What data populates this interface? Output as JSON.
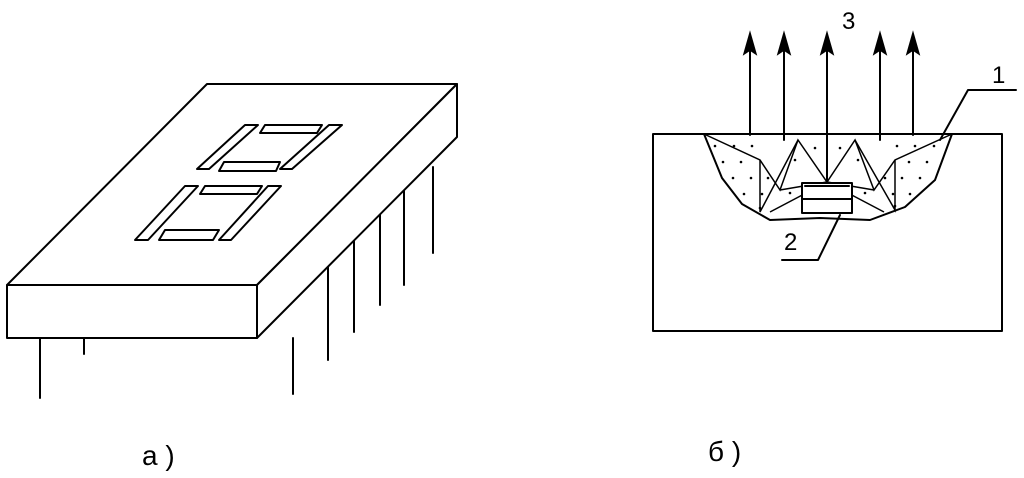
{
  "figure_a": {
    "caption": "а )"
  },
  "figure_b": {
    "caption": "б )",
    "label_1": "1",
    "label_2": "2",
    "label_3": "3"
  }
}
